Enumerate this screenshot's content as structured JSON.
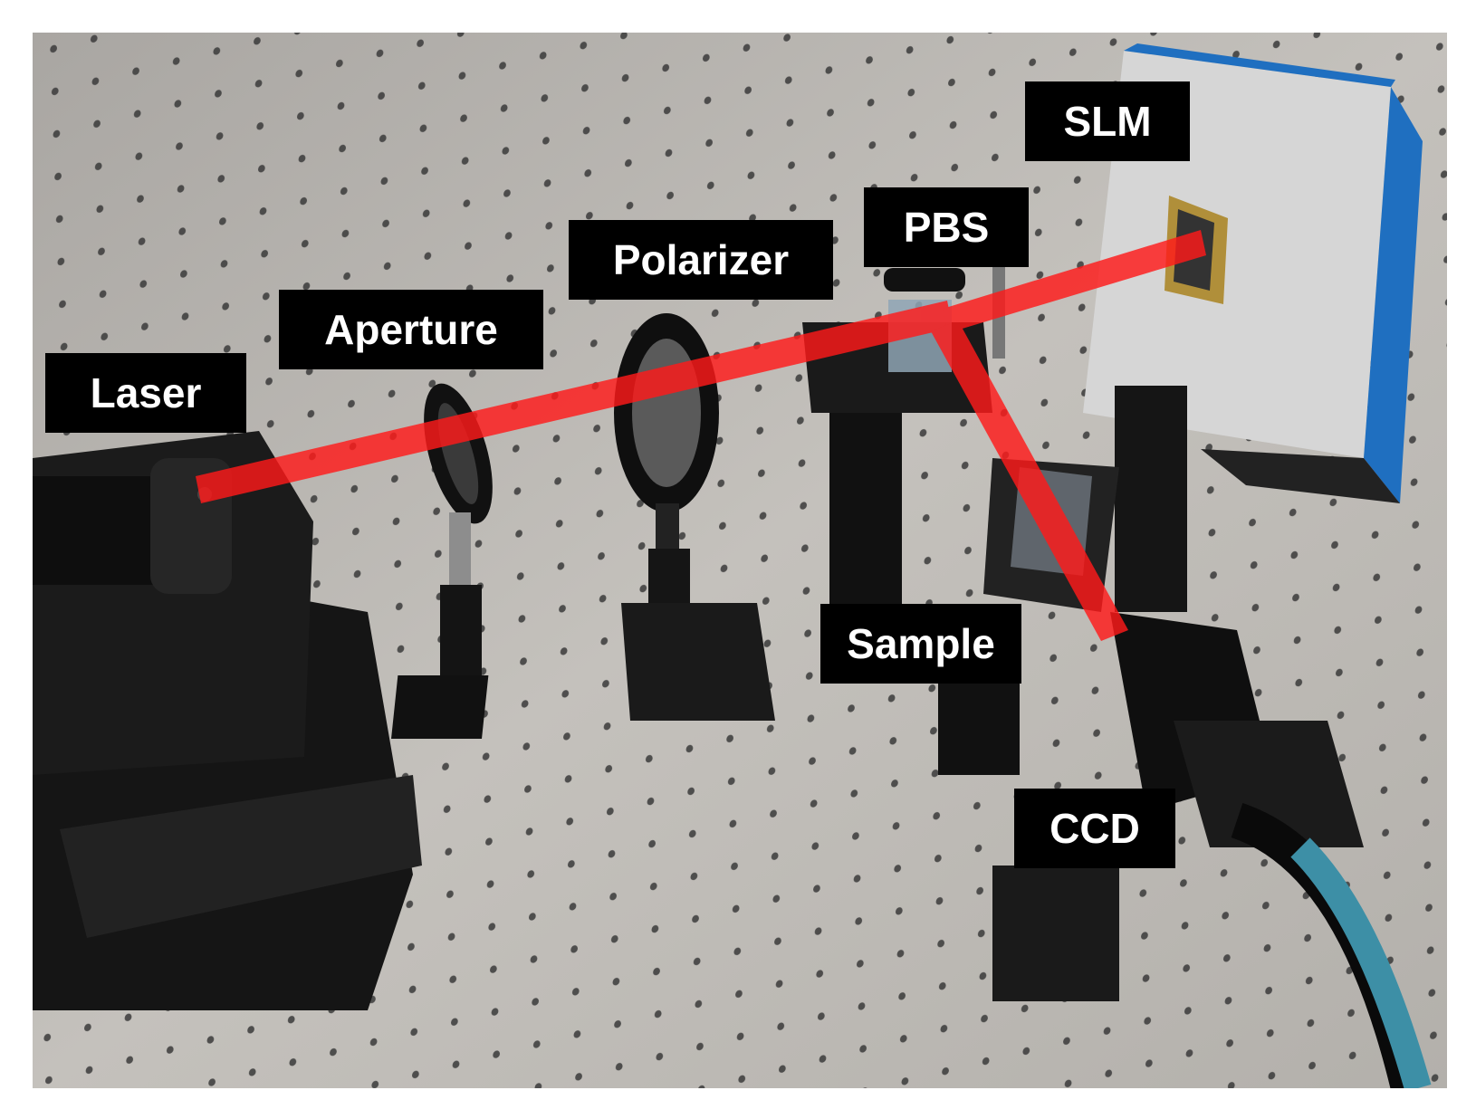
{
  "labels": {
    "laser": "Laser",
    "aperture": "Aperture",
    "polarizer": "Polarizer",
    "pbs": "PBS",
    "slm": "SLM",
    "sample": "Sample",
    "ccd": "CCD"
  },
  "colors": {
    "beam": "#ff1a1a",
    "table": "#b9b6b1",
    "label_bg": "#000000",
    "label_text": "#ffffff",
    "slm_housing": "#2a7fd0"
  },
  "components": [
    "laser",
    "aperture",
    "polarizer",
    "pbs",
    "slm",
    "sample",
    "ccd"
  ]
}
